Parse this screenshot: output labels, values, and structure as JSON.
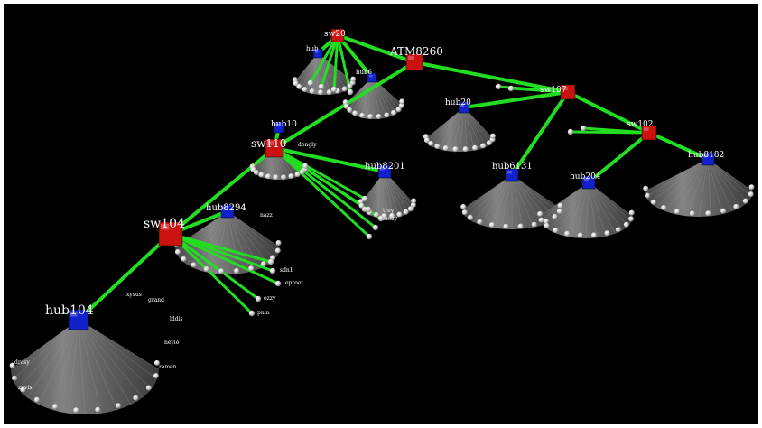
{
  "colors": {
    "background": "#000000",
    "link": "#22dd22",
    "switch": "#cc1111",
    "hub": "#1122cc",
    "cone": "#777777",
    "leaf": "#eeeeee",
    "label": "#ffffff"
  },
  "nodes": {
    "sw20": {
      "label": "sw20",
      "kind": "switch"
    },
    "hub_a": {
      "label": "hub",
      "kind": "hub"
    },
    "hub_b": {
      "label": "hub6",
      "kind": "hub"
    },
    "atm": {
      "label": "ATM8260",
      "kind": "switch"
    },
    "sw107": {
      "label": "sw107",
      "kind": "switch"
    },
    "hub20": {
      "label": "hub20",
      "kind": "hub"
    },
    "sw102": {
      "label": "sw102",
      "kind": "switch"
    },
    "hub8182": {
      "label": "hub8182",
      "kind": "hub"
    },
    "hub6131": {
      "label": "hub6131",
      "kind": "hub"
    },
    "hub204": {
      "label": "hub204",
      "kind": "hub"
    },
    "hub10": {
      "label": "hub10",
      "kind": "hub"
    },
    "sw110": {
      "label": "sw110",
      "kind": "switch"
    },
    "hub8201": {
      "label": "hub8201",
      "kind": "hub"
    },
    "sw104": {
      "label": "sw104",
      "kind": "switch"
    },
    "hub8294": {
      "label": "hub8294",
      "kind": "hub"
    },
    "hub104": {
      "label": "hub104",
      "kind": "hub"
    }
  },
  "leaf_labels": {
    "hub104_leaves": [
      "xysus",
      "grand",
      "lddis",
      "neylo",
      "ramen",
      "drasy",
      "zuvis"
    ],
    "sw104_leaves": [
      "sdn1",
      "eproot",
      "ozzy",
      "pnin"
    ],
    "hub8201_leaves": [
      "trey",
      "mozy"
    ],
    "hub8294_leaves": [
      "nazz"
    ],
    "sw110_leaves": [
      "dongly"
    ]
  }
}
